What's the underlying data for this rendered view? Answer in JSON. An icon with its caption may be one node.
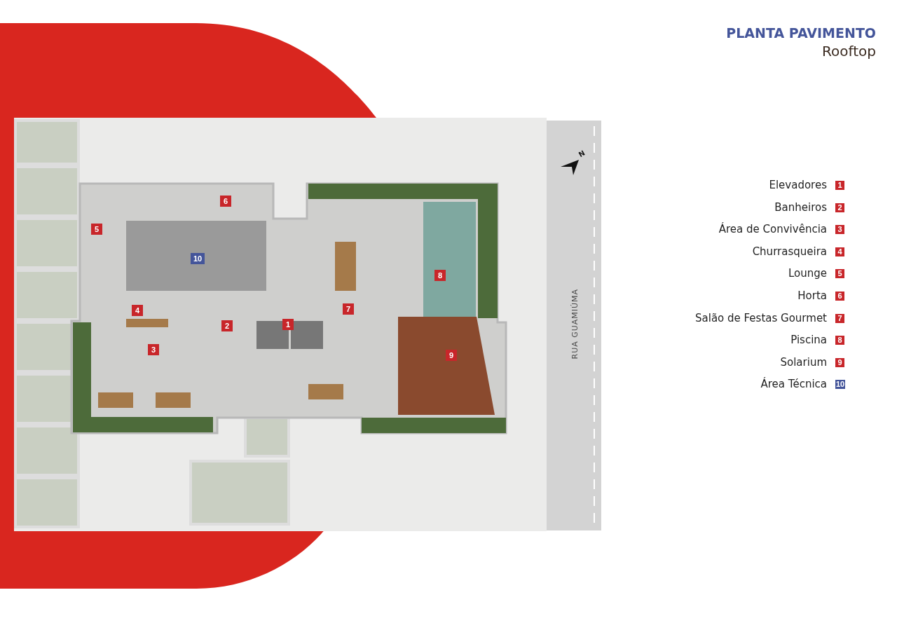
{
  "diagram": {
    "title": "PLANTA PAVIMENTO",
    "labels": [
      "Rooftop",
      "6",
      "5",
      "10",
      "8",
      "4",
      "7",
      "2",
      "1",
      "3",
      "9",
      "N",
      "RUA GUAMIÚMA",
      "Elevadores",
      "1",
      "Banheiros",
      "2",
      "Área de Convivência",
      "3",
      "Churrasqueira",
      "4",
      "Lounge",
      "5",
      "Horta",
      "6",
      "Salão de Festas Gourmet",
      "7",
      "Piscina",
      "8",
      "Solarium",
      "9",
      "Área Técnica",
      "10"
    ]
  }
}
